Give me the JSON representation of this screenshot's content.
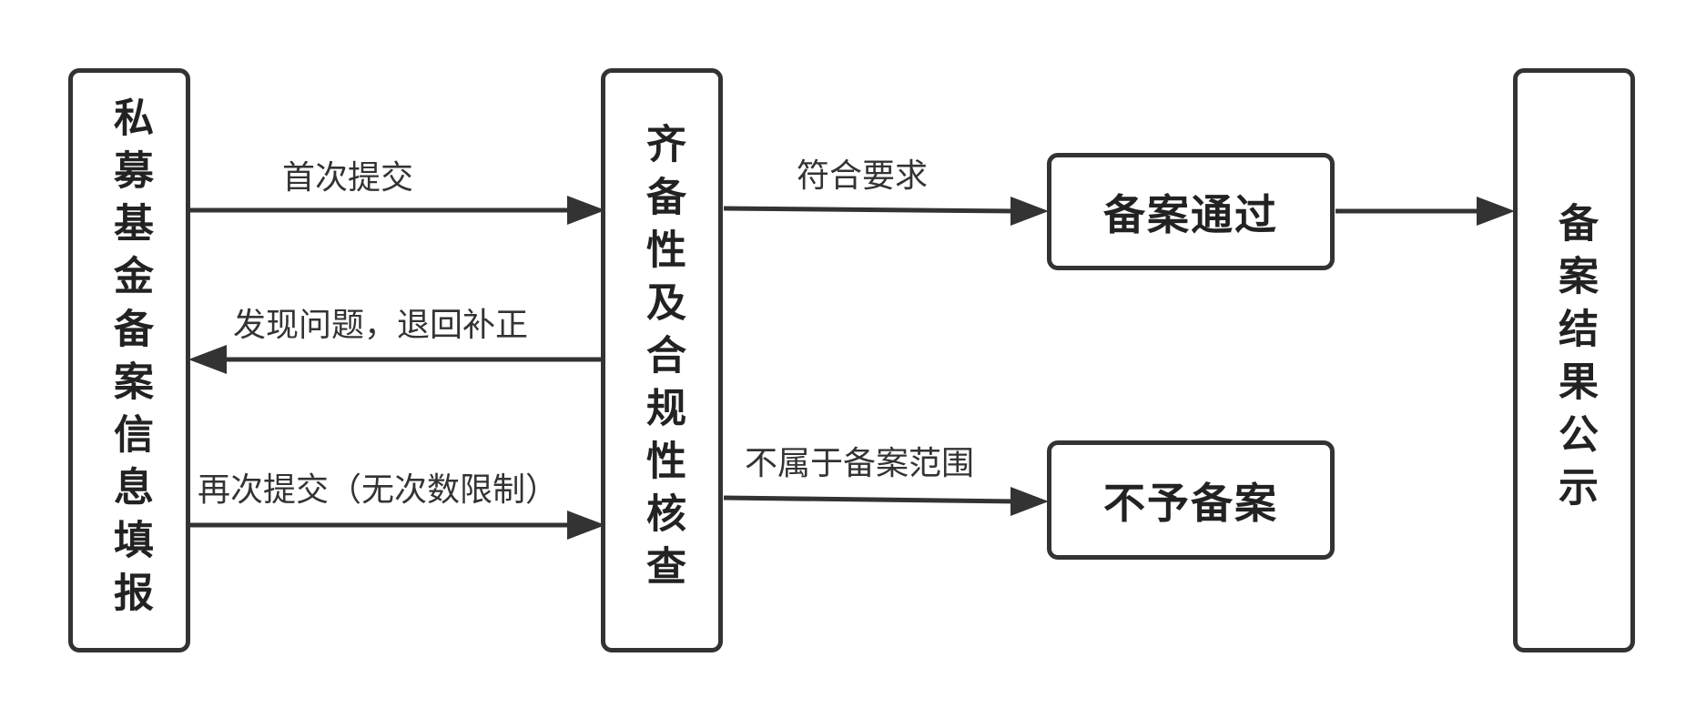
{
  "nodes": {
    "fill_info": "私募基金备案信息填报",
    "compliance_check": "齐备性及合规性核查",
    "approved": "备案通过",
    "rejected": "不予备案",
    "publish": "备案结果公示"
  },
  "edges": {
    "first_submit": "首次提交",
    "return_fix": "发现问题，退回补正",
    "resubmit": "再次提交（无次数限制）",
    "meets_requirements": "符合要求",
    "out_of_scope": "不属于备案范围"
  },
  "colors": {
    "stroke": "#333333",
    "text": "#222222",
    "background": "#ffffff"
  }
}
